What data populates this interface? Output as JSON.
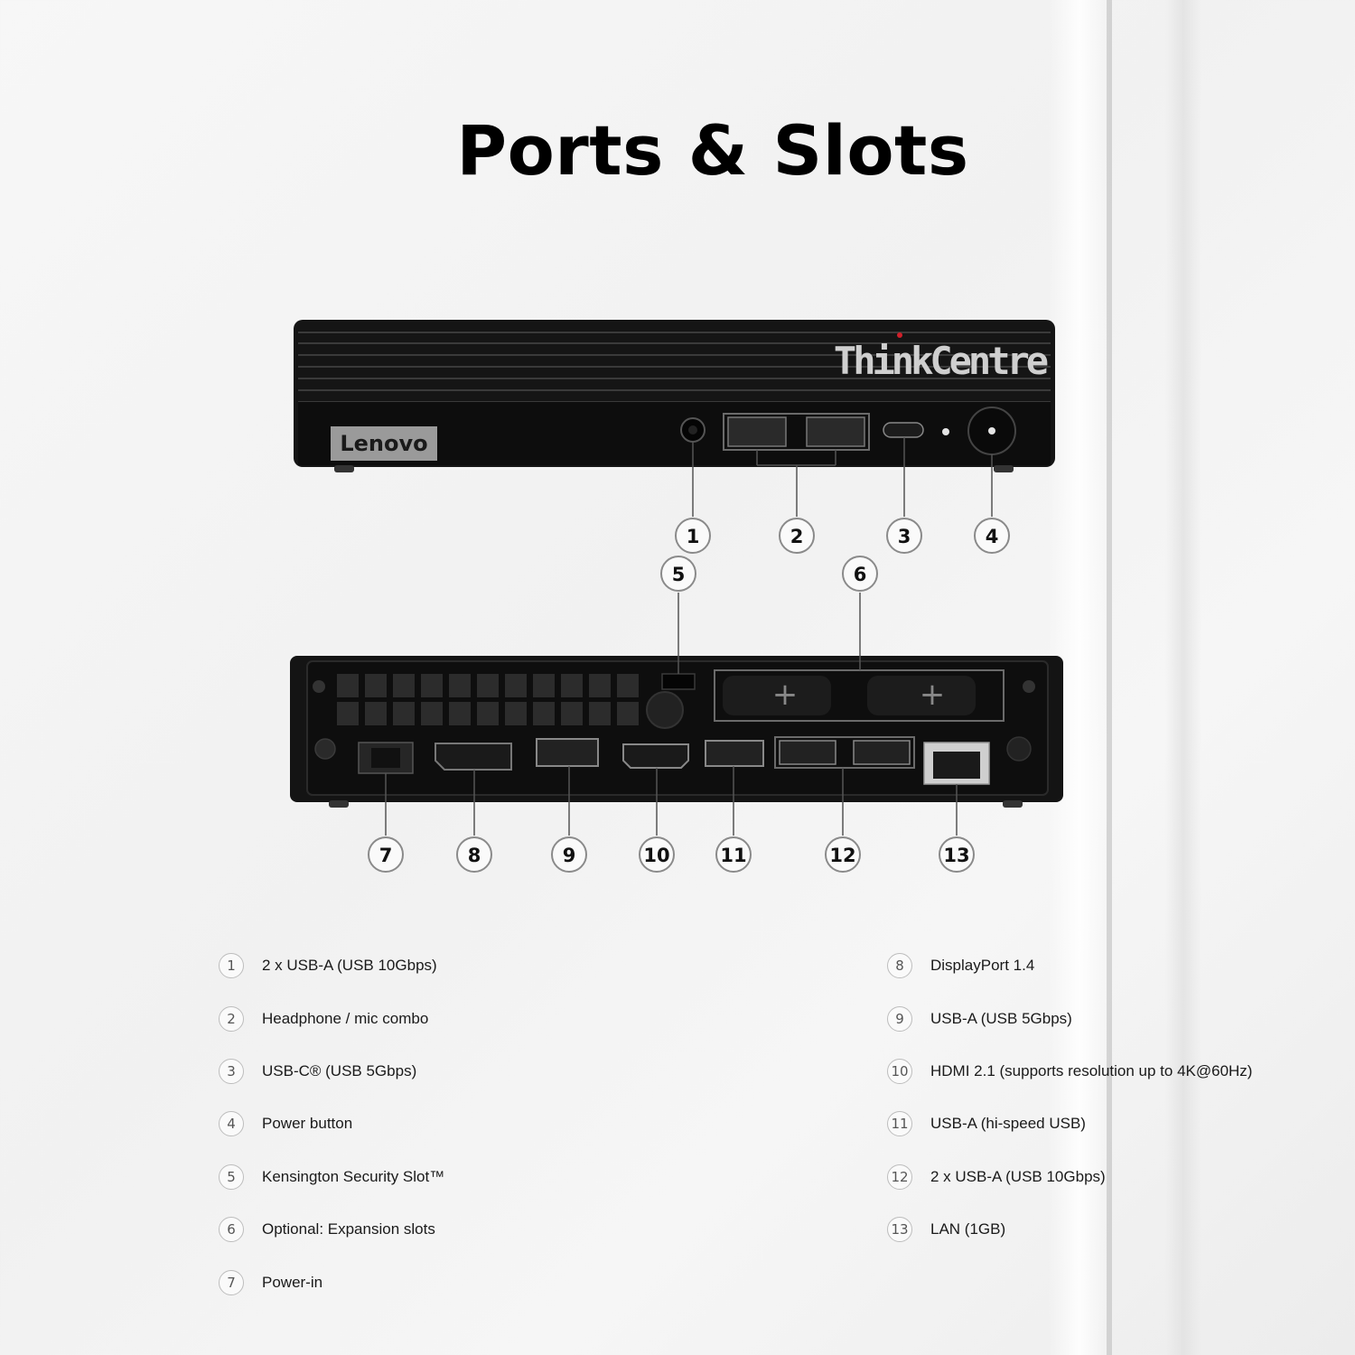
{
  "title": "Ports & Slots",
  "front_device": {
    "brand_badge": "Lenovo",
    "model_logo": "ThinkCentre",
    "ports": [
      {
        "name": "audio-jack-icon"
      },
      {
        "name": "usb-a-port-icon"
      },
      {
        "name": "usb-a-port-icon"
      },
      {
        "name": "usb-c-port-icon"
      },
      {
        "name": "power-button-icon"
      }
    ]
  },
  "callouts_front": [
    "1",
    "2",
    "3",
    "4"
  ],
  "callouts_rear_top": [
    "5",
    "6"
  ],
  "callouts_rear_bottom": [
    "7",
    "8",
    "9",
    "10",
    "11",
    "12",
    "13"
  ],
  "legend": {
    "left": [
      {
        "num": "1",
        "text": "2 x USB-A (USB 10Gbps)"
      },
      {
        "num": "2",
        "text": "Headphone / mic combo"
      },
      {
        "num": "3",
        "text": "USB-C® (USB 5Gbps)"
      },
      {
        "num": "4",
        "text": "Power button"
      },
      {
        "num": "5",
        "text": "Kensington Security Slot™"
      },
      {
        "num": "6",
        "text": "Optional: Expansion slots"
      },
      {
        "num": "7",
        "text": "Power-in"
      }
    ],
    "right": [
      {
        "num": "8",
        "text": "DisplayPort 1.4"
      },
      {
        "num": "9",
        "text": "USB-A (USB 5Gbps)"
      },
      {
        "num": "10",
        "text": "HDMI 2.1 (supports resolution up to 4K@60Hz)"
      },
      {
        "num": "11",
        "text": "USB-A (hi-speed USB)"
      },
      {
        "num": "12",
        "text": "2 x USB-A (USB 10Gbps)"
      },
      {
        "num": "13",
        "text": "LAN (1GB)"
      }
    ]
  },
  "colors": {
    "chassis": "#111111",
    "callout_border": "#8a8a8a",
    "accent_dot": "#d0202a"
  }
}
